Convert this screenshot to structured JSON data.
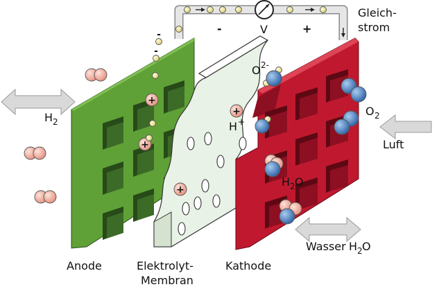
{
  "labels": {
    "anode": "Anode",
    "membrane_line1": "Elektrolyt-",
    "membrane_line2": "Membran",
    "cathode": "Kathode",
    "gleich_line1": "Gleich-",
    "gleich_line2": "strom",
    "minus": "-",
    "plus": "+",
    "volt": "V",
    "h2_main": "H",
    "h2_sub": "2",
    "o2_main": "O",
    "o2_sub": "2",
    "o2minus_main": "O",
    "o2minus_sup": "2-",
    "hplus_main": "H",
    "hplus_sup": "+",
    "h2o_h": "H",
    "h2o_sub": "2",
    "h2o_o": "O",
    "luft": "Luft",
    "wasser_word": "Wasser",
    "wasser_h": "H",
    "wasser_sub": "2",
    "wasser_o": "O",
    "ion_plus": "+",
    "electron_minus": "-"
  },
  "colors": {
    "anode_front": "#5fa136",
    "anode_side": "#2f5d1f",
    "anode_recess": "#2c4a1e",
    "membrane": "#e9f2e6",
    "cathode_front": "#c0192f",
    "cathode_side": "#8d0f22",
    "cathode_recess": "#6e0a18",
    "hydrogen": "#f4b3a3",
    "oxygen": "#4a86c8",
    "electron": "#ece49a",
    "arrow": "#d9d9d9",
    "wire": "#e4e4e4"
  }
}
